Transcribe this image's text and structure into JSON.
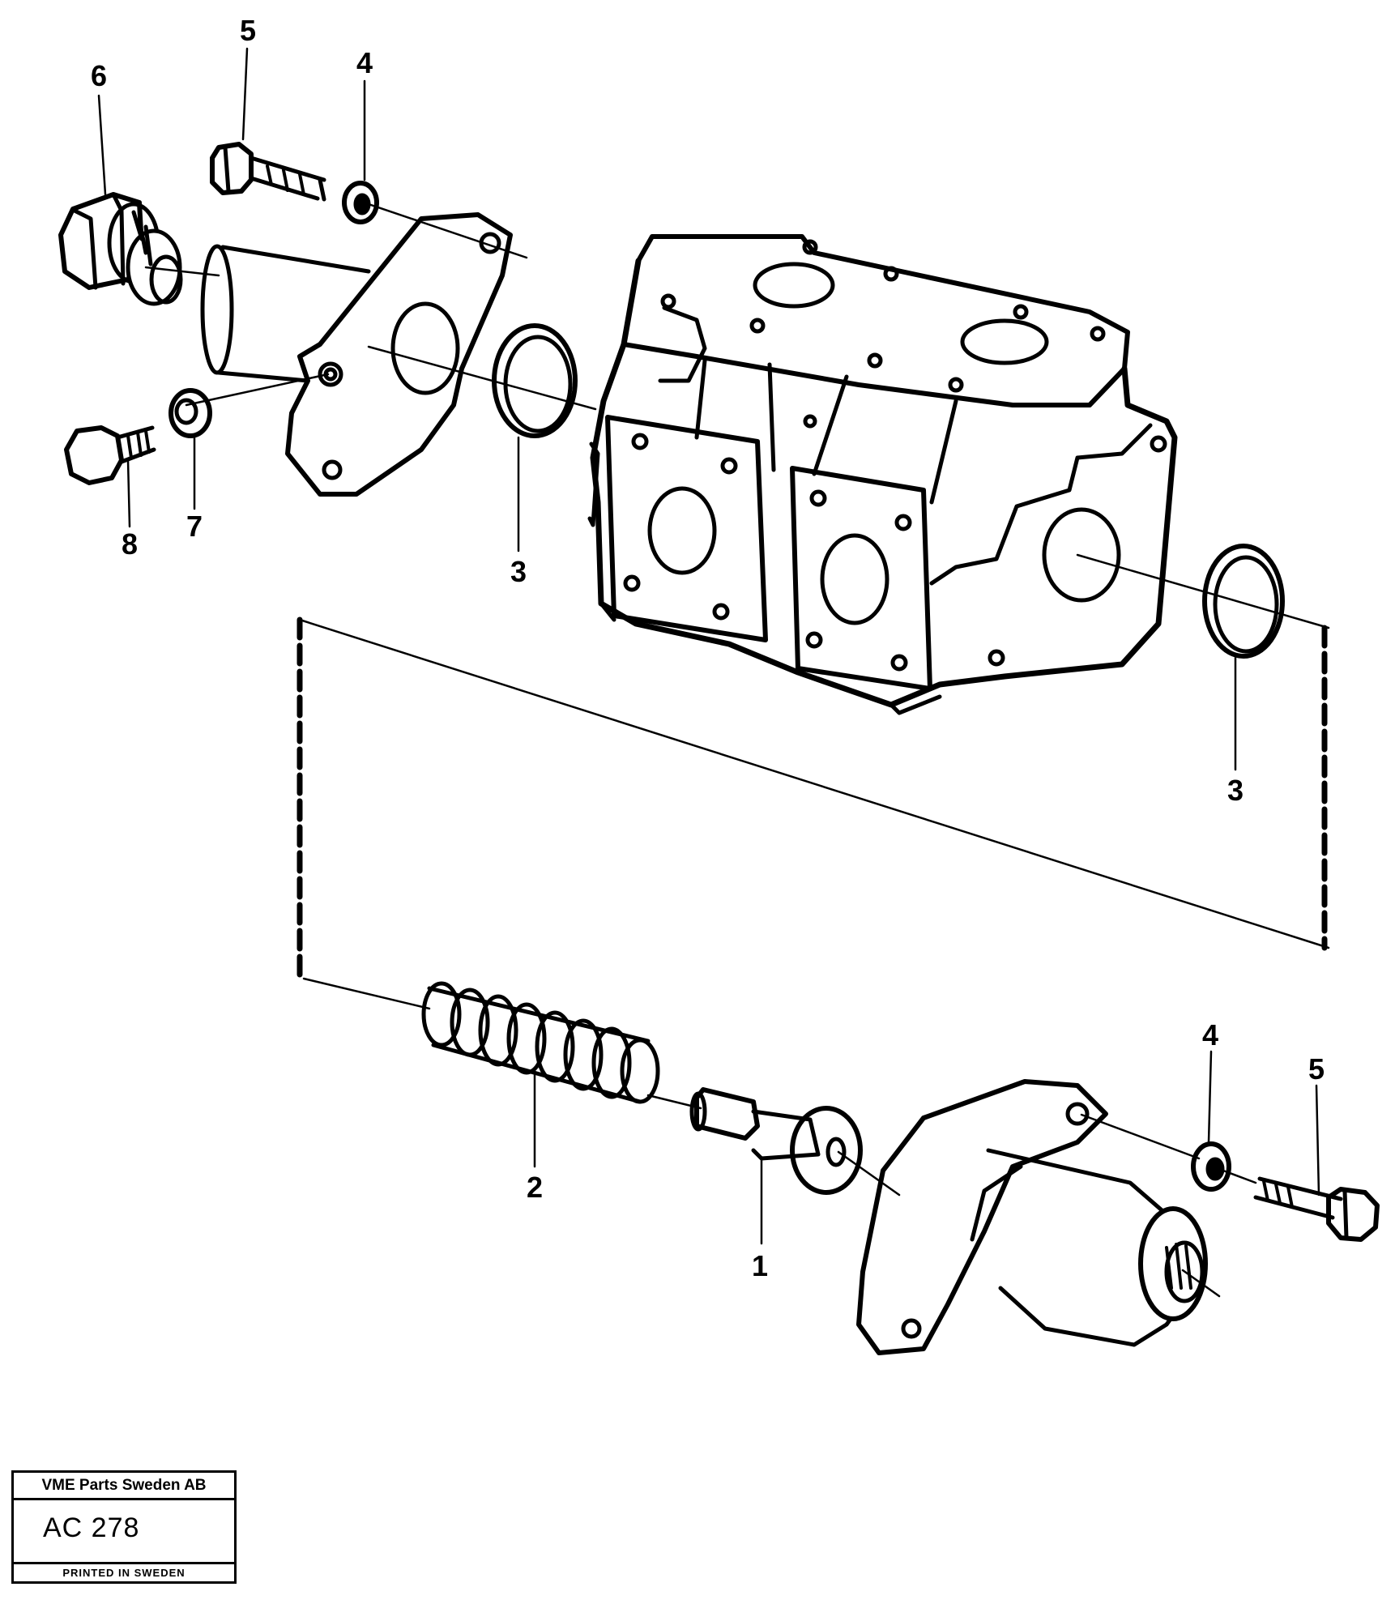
{
  "diagram": {
    "callouts": {
      "c1": "1",
      "c2": "2",
      "c3_upper": "3",
      "c3_right": "3",
      "c4_upper": "4",
      "c4_lower": "4",
      "c5_upper": "5",
      "c5_lower": "5",
      "c6": "6",
      "c7": "7",
      "c8": "8"
    },
    "stroke_color": "#000000"
  },
  "stamp": {
    "company": "VME Parts Sweden AB",
    "code": "AC 278",
    "printed": "PRINTED IN SWEDEN"
  }
}
